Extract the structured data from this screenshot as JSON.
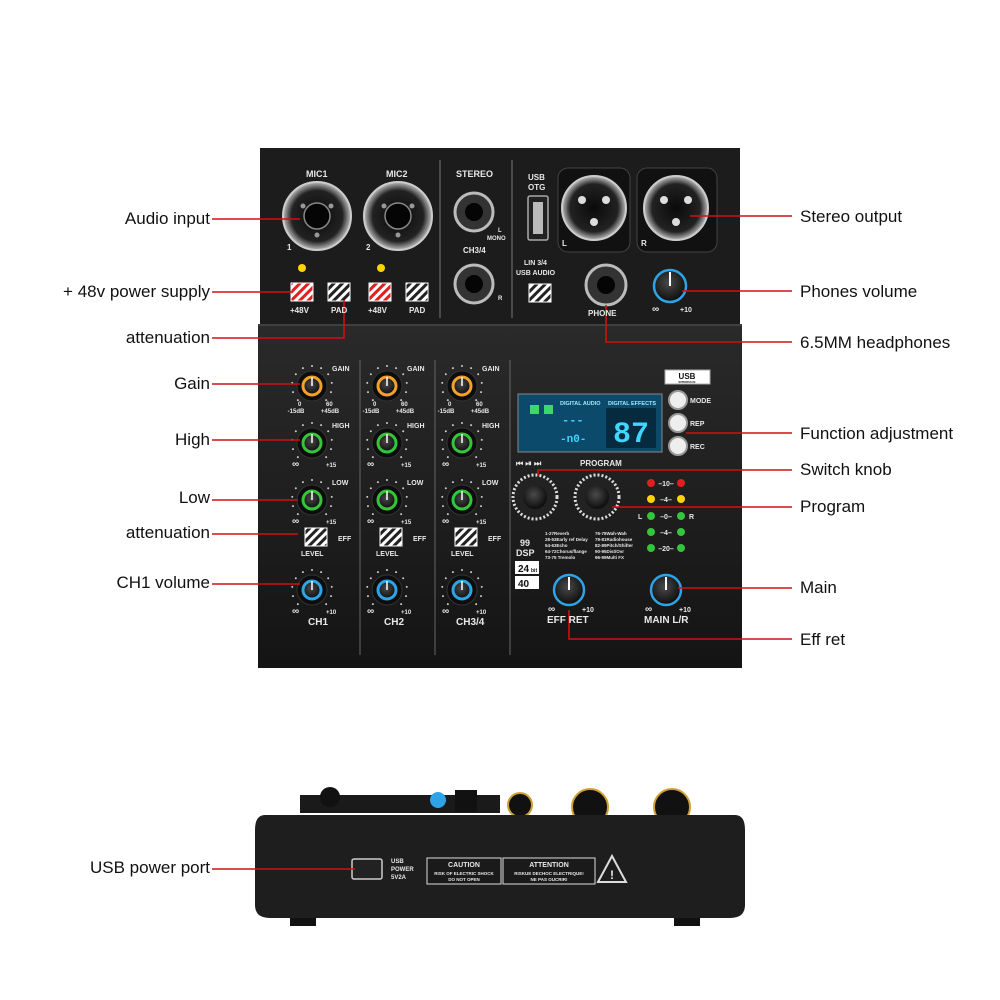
{
  "callouts_left": {
    "audio_input": "Audio input",
    "power_48v": "+ 48v power supply",
    "attenuation_top": "attenuation",
    "gain": "Gain",
    "high": "High",
    "low": "Low",
    "attenuation_eff": "attenuation",
    "ch1_volume": "CH1 volume",
    "usb_power_port": "USB power port"
  },
  "callouts_right": {
    "stereo_output": "Stereo output",
    "phones_volume": "Phones volume",
    "headphones": "6.5MM headphones",
    "function_adjustment": "Function adjustment",
    "switch_knob": "Switch knob",
    "program": "Program",
    "main": "Main",
    "eff_ret": "Eff ret"
  },
  "panel": {
    "mic1": "MIC1",
    "mic2": "MIC2",
    "stereo": "STEREO",
    "usb": "USB",
    "otg": "OTG",
    "ch34_small": "CH3/4",
    "mono": "MONO",
    "l": "L",
    "r": "R",
    "one": "1",
    "two": "2",
    "lin34": "LIN 3/4",
    "usb_audio": "USB AUDIO",
    "plus48v": "+48V",
    "pad": "PAD",
    "phone": "PHONE",
    "inf": "∞",
    "plus10": "+10",
    "plus15": "+15",
    "gain": "GAIN",
    "high": "HIGH",
    "low": "LOW",
    "eff": "EFF",
    "level": "LEVEL",
    "db_low": "-15dB",
    "db_high": "+45dB",
    "zero": "0",
    "sixty": "60",
    "ch1": "CH1",
    "ch2": "CH2",
    "ch34": "CH3/4",
    "digital_audio": "DIGITAL AUDIO",
    "digital_effects": "DIGITAL EFFECTS",
    "display_left": "---",
    "display_mid": "-n0-",
    "display_number": "87",
    "mode": "MODE",
    "rep": "REP",
    "rec": "REC",
    "program": "PROGRAM",
    "usb_interface": "USB",
    "interface_sub": "INTERFACE",
    "dsp_count": "99",
    "dsp": "DSP",
    "bit": "24",
    "bit_sub": "bit",
    "khz": "40",
    "eff_ret": "EFF RET",
    "main_lr": "MAIN L/R",
    "meter_10": "10",
    "meter_4": "4",
    "meter_0": "0",
    "meter_20": "20",
    "effects_list_a": [
      "1-27Reverb",
      "28-53Early ref Delay",
      "54-63Echo",
      "64-72Chorus/flange",
      "73-75 Tremolo"
    ],
    "effects_list_b": [
      "76-78Wah-Wah",
      "79-81Radiohouse",
      "82-89Pitch/Shifter",
      "90-95Dist/Ovr",
      "96-99Multi FX"
    ]
  },
  "back_panel": {
    "usb": "USB",
    "power": "POWER",
    "rating": "5V2A",
    "caution_title": "CAUTION",
    "caution_text_1": "RISK OF ELECTRIC SHOCK",
    "caution_text_2": "DO NOT OPEN",
    "attention_title": "ATTENTION",
    "attention_text_1": "RISKUE DECHOC ELECTRIQUE!",
    "attention_text_2": "NE PAS OUCRIR!"
  },
  "colors": {
    "callout_line": "#d01010",
    "body": "#1a1a1a",
    "knob_gain": "#f2a12b",
    "knob_eq": "#35c43a",
    "knob_level": "#2ea3e6",
    "switch_48v": "#e02020",
    "display_bg": "#0b4a6a",
    "display_digits": "#3fd6ff"
  }
}
